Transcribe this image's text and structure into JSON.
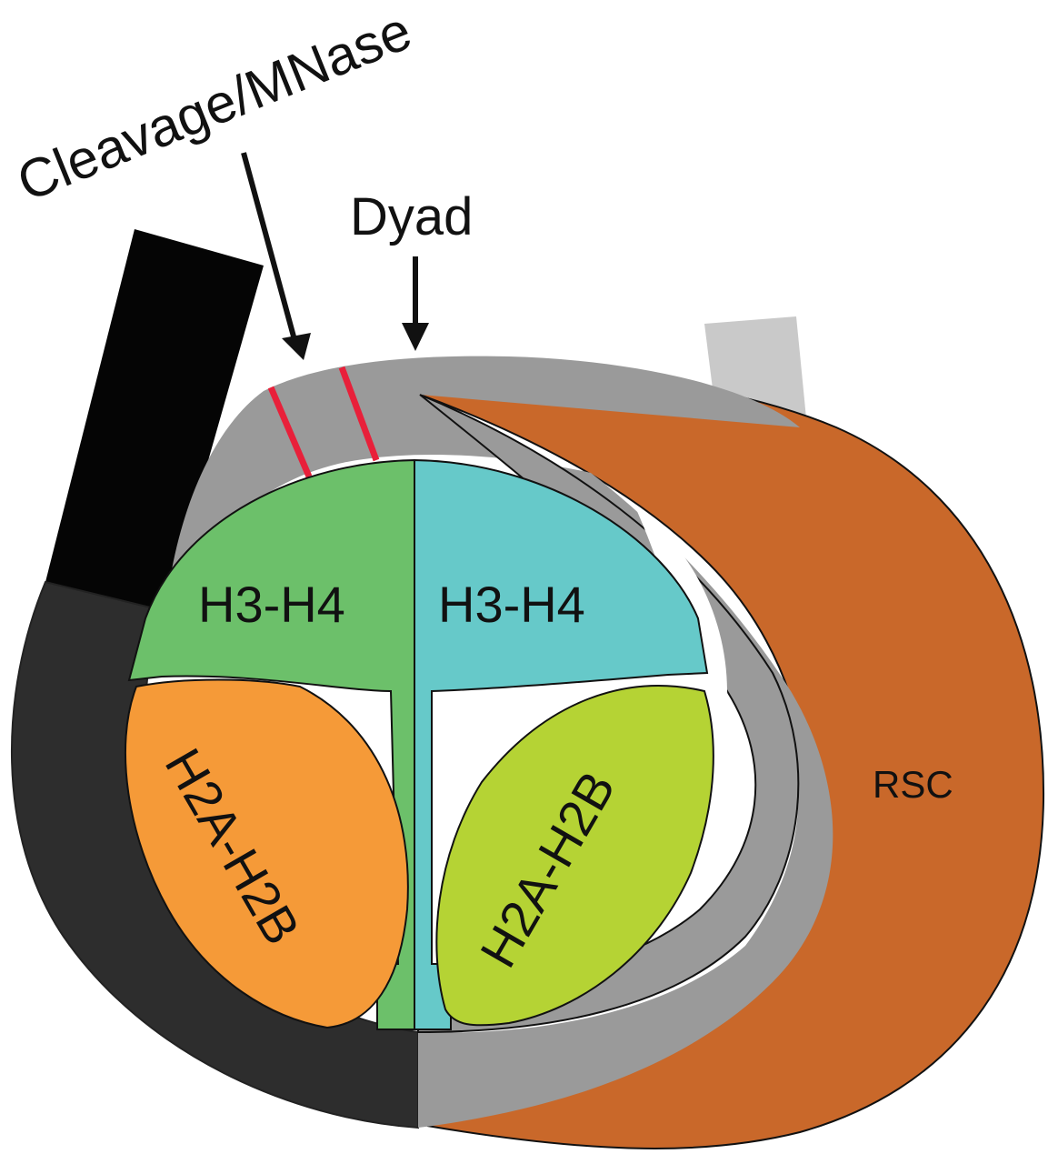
{
  "labels": {
    "cleavage": "Cleavage/MNase",
    "dyad": "Dyad",
    "h3h4_left": "H3-H4",
    "h3h4_right": "H3-H4",
    "h2ah2b_left": "H2A-H2B",
    "h2ah2b_right": "H2A-H2B",
    "rsc": "RSC"
  },
  "colors": {
    "dna_black": "#050505",
    "dna_dark": "#2d2d2d",
    "dna_gray": "#9a9a9a",
    "dna_light": "#c9c9c9",
    "cleavage_marks": "#e8203a",
    "h3h4_left": "#6cc06a",
    "h3h4_right": "#66c9c9",
    "h2ah2b_left": "#f59a38",
    "h2ah2b_right": "#b5d334",
    "rsc": "#c9682a"
  }
}
